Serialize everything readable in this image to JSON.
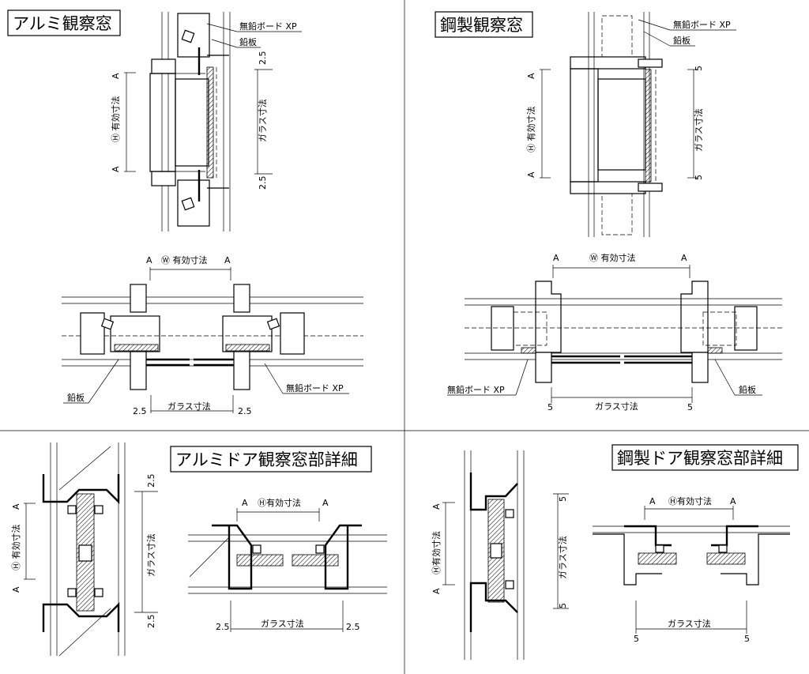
{
  "panels": {
    "alu_window": {
      "title": "アルミ観察窓",
      "labels": {
        "board": "無鉛ボード XP",
        "lead": "鉛板"
      },
      "dims": {
        "a_top": "A",
        "a_bottom": "A",
        "h_effective": "Ⓗ 有効寸法",
        "glass": "ガラス寸法",
        "margin_top": "2.5",
        "margin_bottom": "2.5"
      },
      "plan": {
        "a_left": "A",
        "a_right": "A",
        "w_effective": "Ⓦ 有効寸法",
        "lead": "鉛板",
        "board": "無鉛ボード XP",
        "glass": "ガラス寸法",
        "margin_left": "2.5",
        "margin_right": "2.5"
      }
    },
    "steel_window": {
      "title": "鋼製観察窓",
      "labels": {
        "board": "無鉛ボード XP",
        "lead": "鉛板"
      },
      "dims": {
        "a_top": "A",
        "a_bottom": "A",
        "h_effective": "Ⓗ 有効寸法",
        "glass": "ガラス寸法",
        "margin_top": "5",
        "margin_bottom": "5"
      },
      "plan": {
        "a_left": "A",
        "a_right": "A",
        "w_effective": "Ⓦ 有効寸法",
        "board": "無鉛ボード XP",
        "lead": "鉛板",
        "glass": "ガラス寸法",
        "margin_left": "5",
        "margin_right": "5"
      }
    },
    "alu_door": {
      "title": "アルミドア観察窓部詳細",
      "dims": {
        "a_top": "A",
        "a_bottom": "A",
        "h_effective": "Ⓗ 有効寸法",
        "glass": "ガラス寸法",
        "margin_top": "2.5",
        "margin_bottom": "2.5"
      },
      "plan": {
        "a_left": "A",
        "a_right": "A",
        "h_effective": "Ⓗ有効寸法",
        "glass": "ガラス寸法",
        "margin_left": "2.5",
        "margin_right": "2.5"
      }
    },
    "steel_door": {
      "title": "鋼製ドア観察窓部詳細",
      "dims": {
        "a_top": "A",
        "a_bottom": "A",
        "h_effective": "Ⓗ有効寸法",
        "glass": "ガラス寸法",
        "margin_top": "5",
        "margin_bottom": "5"
      },
      "plan": {
        "a_left": "A",
        "a_right": "A",
        "h_effective": "Ⓗ有効寸法",
        "glass": "ガラス寸法",
        "margin_left": "5",
        "margin_right": "5"
      }
    }
  }
}
